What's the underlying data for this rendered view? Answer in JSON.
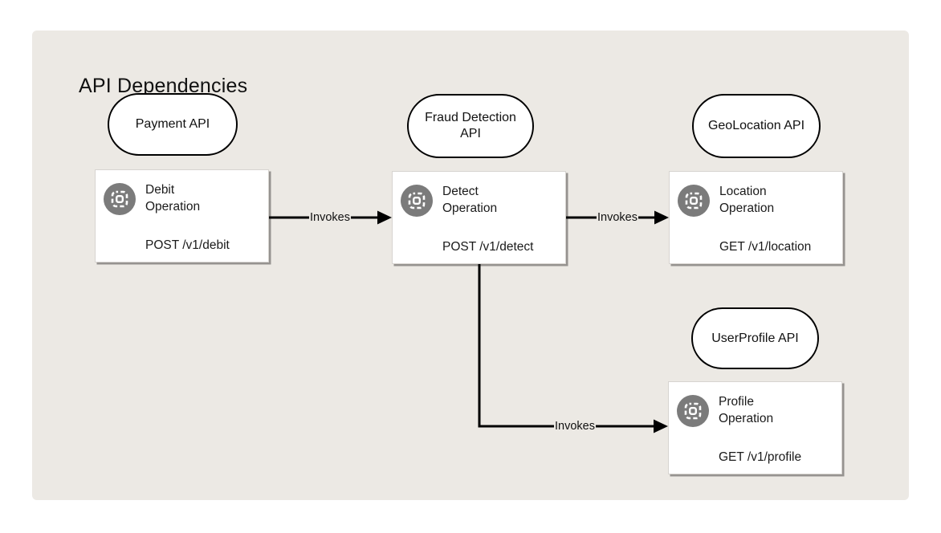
{
  "title": "API Dependencies",
  "diagram": {
    "api_nodes": [
      {
        "label": "Payment API"
      },
      {
        "label": "Fraud Detection API"
      },
      {
        "label": "GeoLocation API"
      },
      {
        "label": "UserProfile API"
      }
    ],
    "operation_nodes": [
      {
        "title": "Debit Operation",
        "endpoint": "POST /v1/debit",
        "icon": "operation-icon"
      },
      {
        "title": "Detect Operation",
        "endpoint": "POST /v1/detect",
        "icon": "operation-icon"
      },
      {
        "title": "Location Operation",
        "endpoint": "GET /v1/location",
        "icon": "operation-icon"
      },
      {
        "title": "Profile Operation",
        "endpoint": "GET /v1/profile",
        "icon": "operation-icon"
      }
    ],
    "edges": [
      {
        "from": "Debit Operation",
        "to": "Detect Operation",
        "label": "Invokes"
      },
      {
        "from": "Detect Operation",
        "to": "Location Operation",
        "label": "Invokes"
      },
      {
        "from": "Detect Operation",
        "to": "Profile Operation",
        "label": "Invokes"
      }
    ]
  },
  "colors": {
    "canvas": "#ffffff",
    "panel": "#ece9e4",
    "node_fill": "#ffffff",
    "node_border": "#000000",
    "card_shadow": "#969390",
    "icon_circle": "#7b7b7b",
    "icon_glyph": "#ffffff",
    "edge": "#000000",
    "text": "#1a1a1a"
  }
}
